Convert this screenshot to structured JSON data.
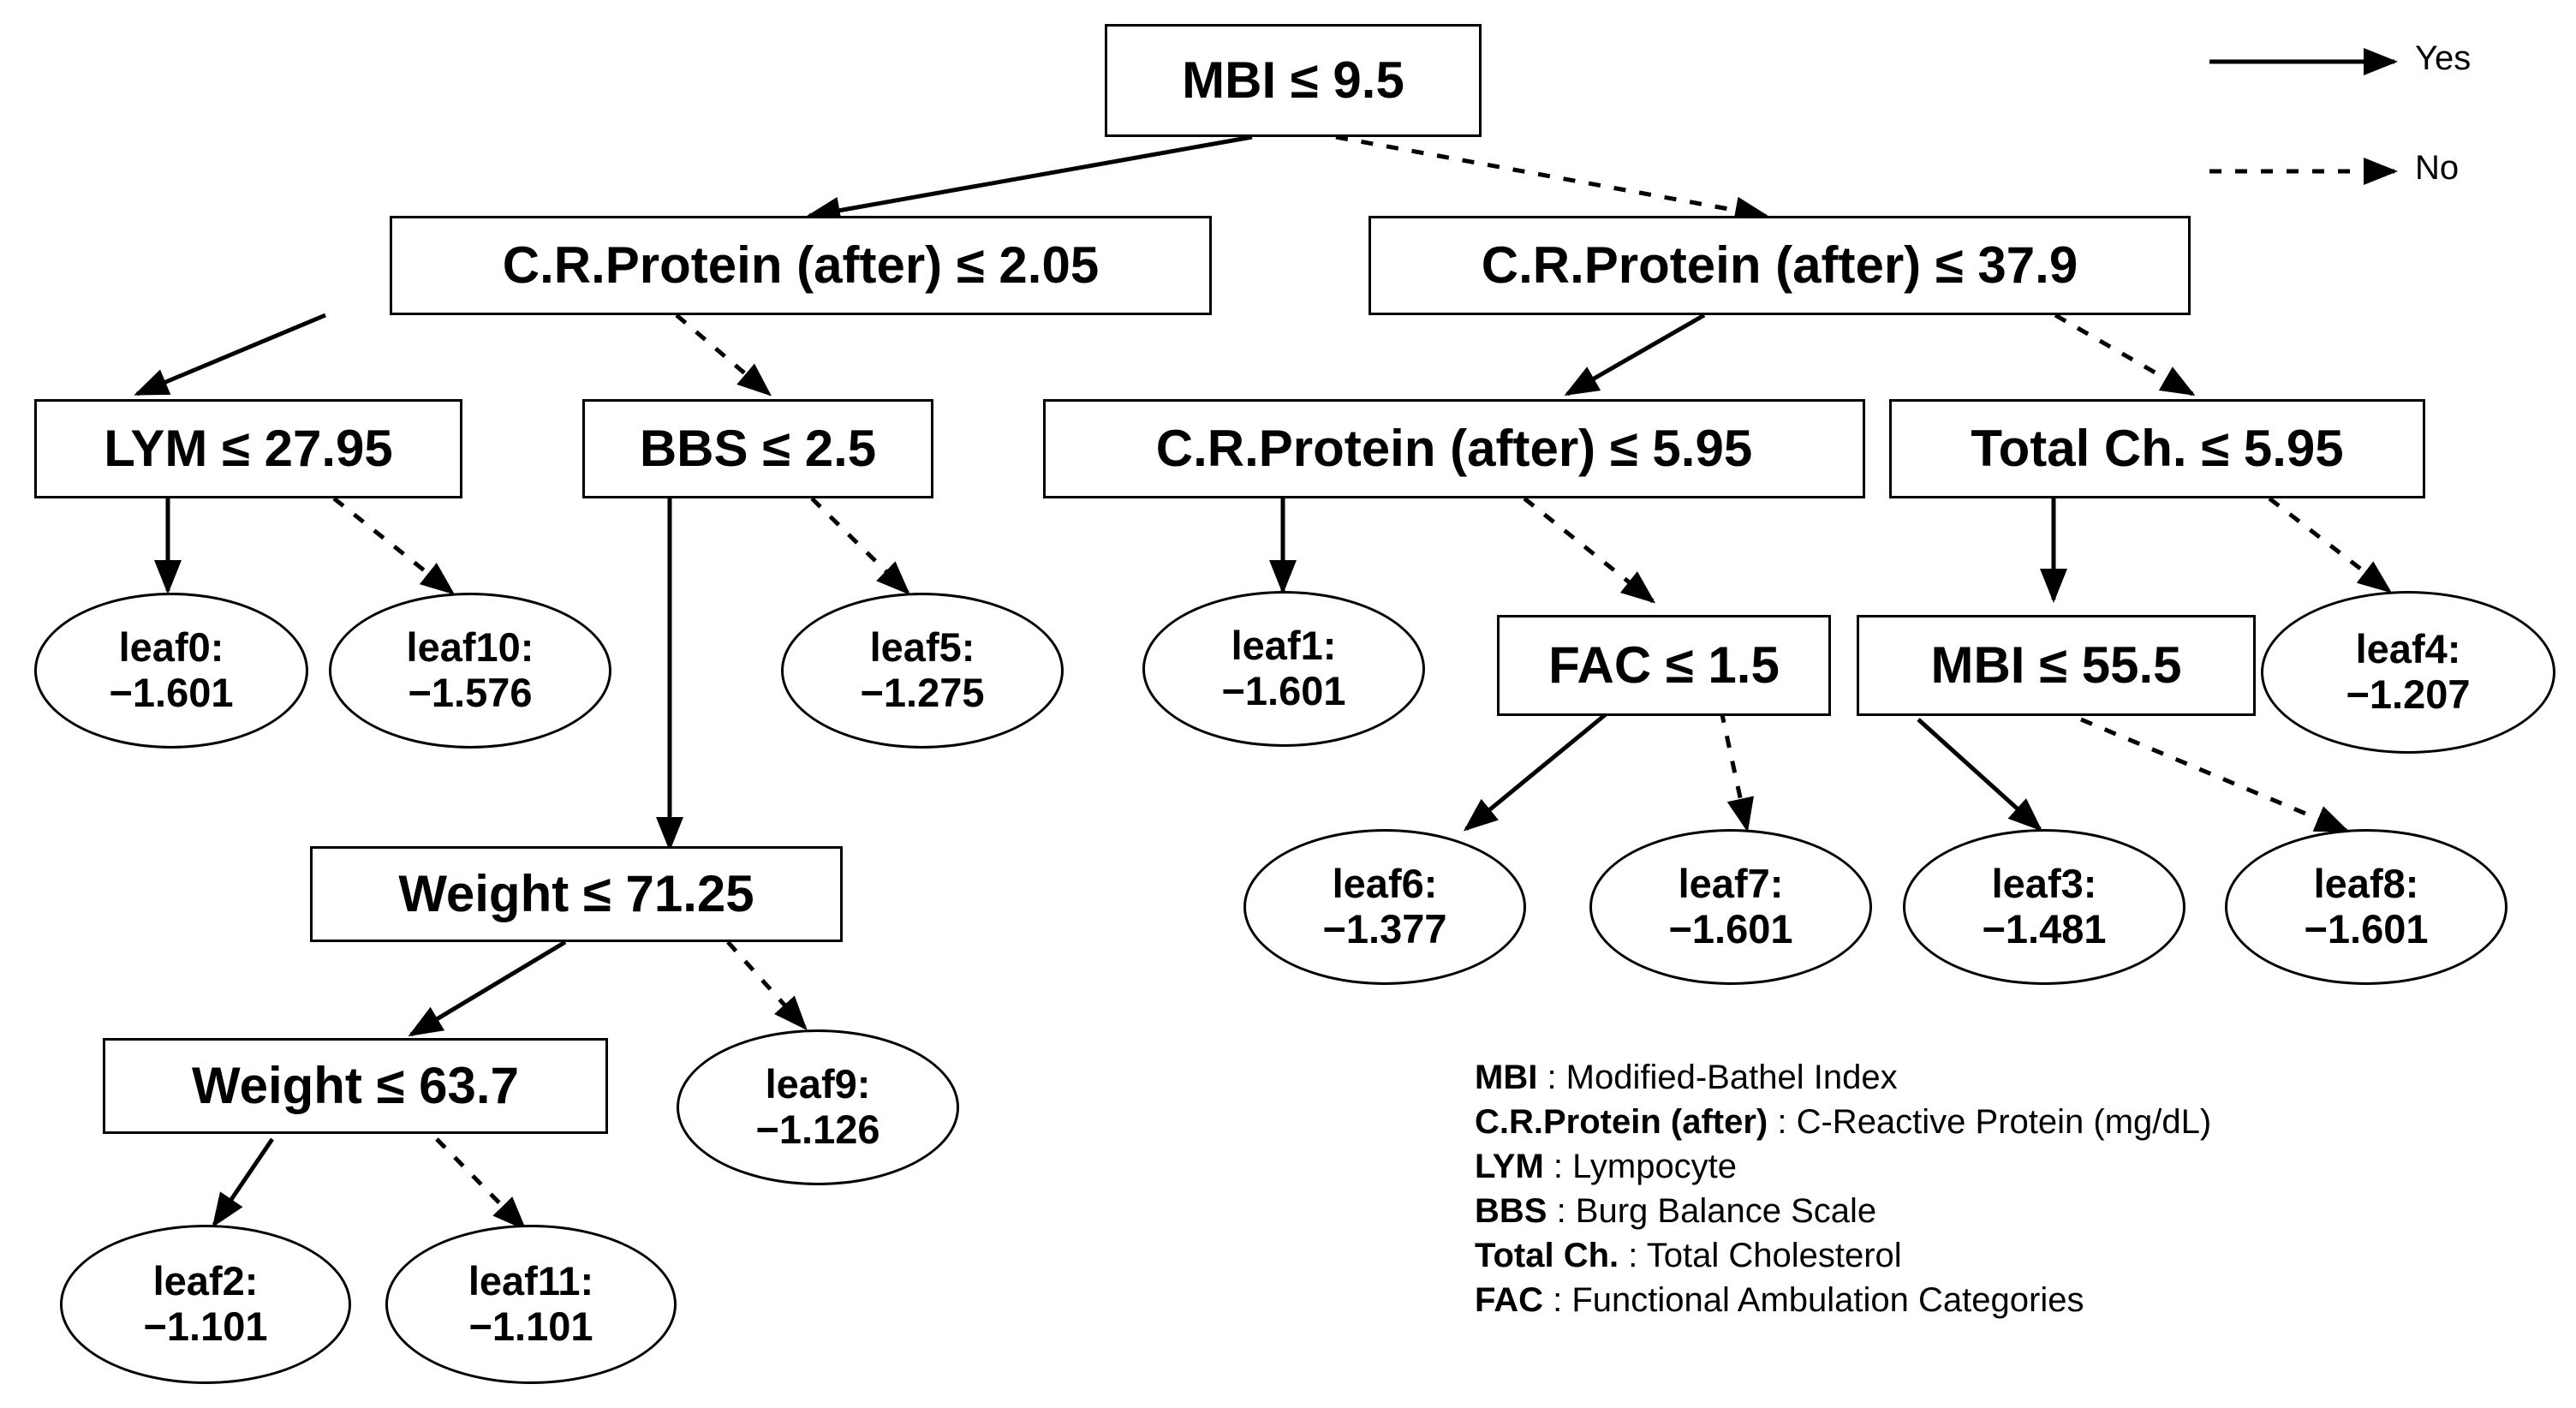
{
  "diagram": {
    "type": "decision-tree",
    "title": "",
    "legend": {
      "yes": "Yes",
      "no": "No"
    },
    "nodes": {
      "root": {
        "id": "root",
        "kind": "split",
        "label": "MBI ≤ 9.5"
      },
      "crp205": {
        "id": "crp205",
        "kind": "split",
        "label": "C.R.Protein (after) ≤ 2.05"
      },
      "crp379": {
        "id": "crp379",
        "kind": "split",
        "label": "C.R.Protein (after) ≤ 37.9"
      },
      "lym": {
        "id": "lym",
        "kind": "split",
        "label": "LYM ≤ 27.95"
      },
      "bbs": {
        "id": "bbs",
        "kind": "split",
        "label": "BBS ≤ 2.5"
      },
      "crp595": {
        "id": "crp595",
        "kind": "split",
        "label": "C.R.Protein (after) ≤ 5.95"
      },
      "totalch": {
        "id": "totalch",
        "kind": "split",
        "label": "Total Ch. ≤ 5.95"
      },
      "fac": {
        "id": "fac",
        "kind": "split",
        "label": "FAC ≤ 1.5"
      },
      "mbi555": {
        "id": "mbi555",
        "kind": "split",
        "label": "MBI ≤ 55.5"
      },
      "weight7125": {
        "id": "weight7125",
        "kind": "split",
        "label": "Weight ≤ 71.25"
      },
      "weight637": {
        "id": "weight637",
        "kind": "split",
        "label": "Weight ≤ 63.7"
      },
      "leaf0": {
        "id": "leaf0",
        "kind": "leaf",
        "name": "leaf0:",
        "value": "−1.601"
      },
      "leaf10": {
        "id": "leaf10",
        "kind": "leaf",
        "name": "leaf10:",
        "value": "−1.576"
      },
      "leaf5": {
        "id": "leaf5",
        "kind": "leaf",
        "name": "leaf5:",
        "value": "−1.275"
      },
      "leaf1": {
        "id": "leaf1",
        "kind": "leaf",
        "name": "leaf1:",
        "value": "−1.601"
      },
      "leaf4": {
        "id": "leaf4",
        "kind": "leaf",
        "name": "leaf4:",
        "value": "−1.207"
      },
      "leaf6": {
        "id": "leaf6",
        "kind": "leaf",
        "name": "leaf6:",
        "value": "−1.377"
      },
      "leaf7": {
        "id": "leaf7",
        "kind": "leaf",
        "name": "leaf7:",
        "value": "−1.601"
      },
      "leaf3": {
        "id": "leaf3",
        "kind": "leaf",
        "name": "leaf3:",
        "value": "−1.481"
      },
      "leaf8": {
        "id": "leaf8",
        "kind": "leaf",
        "name": "leaf8:",
        "value": "−1.601"
      },
      "leaf9": {
        "id": "leaf9",
        "kind": "leaf",
        "name": "leaf9:",
        "value": "−1.126"
      },
      "leaf2": {
        "id": "leaf2",
        "kind": "leaf",
        "name": "leaf2:",
        "value": "−1.101"
      },
      "leaf11": {
        "id": "leaf11",
        "kind": "leaf",
        "name": "leaf11:",
        "value": "−1.101"
      }
    },
    "edges": [
      {
        "from": "root",
        "to": "crp205",
        "branch": "yes"
      },
      {
        "from": "root",
        "to": "crp379",
        "branch": "no"
      },
      {
        "from": "crp205",
        "to": "lym",
        "branch": "yes"
      },
      {
        "from": "crp205",
        "to": "bbs",
        "branch": "no"
      },
      {
        "from": "lym",
        "to": "leaf0",
        "branch": "yes"
      },
      {
        "from": "lym",
        "to": "leaf10",
        "branch": "no"
      },
      {
        "from": "bbs",
        "to": "weight7125",
        "branch": "yes"
      },
      {
        "from": "bbs",
        "to": "leaf5",
        "branch": "no"
      },
      {
        "from": "weight7125",
        "to": "weight637",
        "branch": "yes"
      },
      {
        "from": "weight7125",
        "to": "leaf9",
        "branch": "no"
      },
      {
        "from": "weight637",
        "to": "leaf2",
        "branch": "yes"
      },
      {
        "from": "weight637",
        "to": "leaf11",
        "branch": "no"
      },
      {
        "from": "crp379",
        "to": "crp595",
        "branch": "yes"
      },
      {
        "from": "crp379",
        "to": "totalch",
        "branch": "no"
      },
      {
        "from": "crp595",
        "to": "leaf1",
        "branch": "yes"
      },
      {
        "from": "crp595",
        "to": "fac",
        "branch": "no"
      },
      {
        "from": "fac",
        "to": "leaf6",
        "branch": "yes"
      },
      {
        "from": "fac",
        "to": "leaf7",
        "branch": "no"
      },
      {
        "from": "totalch",
        "to": "mbi555",
        "branch": "yes"
      },
      {
        "from": "totalch",
        "to": "leaf4",
        "branch": "no"
      },
      {
        "from": "mbi555",
        "to": "leaf3",
        "branch": "yes"
      },
      {
        "from": "mbi555",
        "to": "leaf8",
        "branch": "no"
      }
    ],
    "abbreviations": [
      {
        "term": "MBI",
        "sep": " : ",
        "definition": "Modified-Bathel Index"
      },
      {
        "term": "C.R.Protein (after)",
        "sep": " : ",
        "definition": "C-Reactive Protein (mg/dL)"
      },
      {
        "term": "LYM",
        "sep": " : ",
        "definition": "Lympocyte"
      },
      {
        "term": "BBS",
        "sep": " : ",
        "definition": "Burg Balance Scale"
      },
      {
        "term": "Total Ch.",
        "sep": " : ",
        "definition": "Total Cholesterol"
      },
      {
        "term": "FAC",
        "sep": " : ",
        "definition": "Functional Ambulation Categories"
      }
    ],
    "colors": {
      "stroke": "#000000",
      "background": "#ffffff",
      "text": "#000000"
    }
  }
}
